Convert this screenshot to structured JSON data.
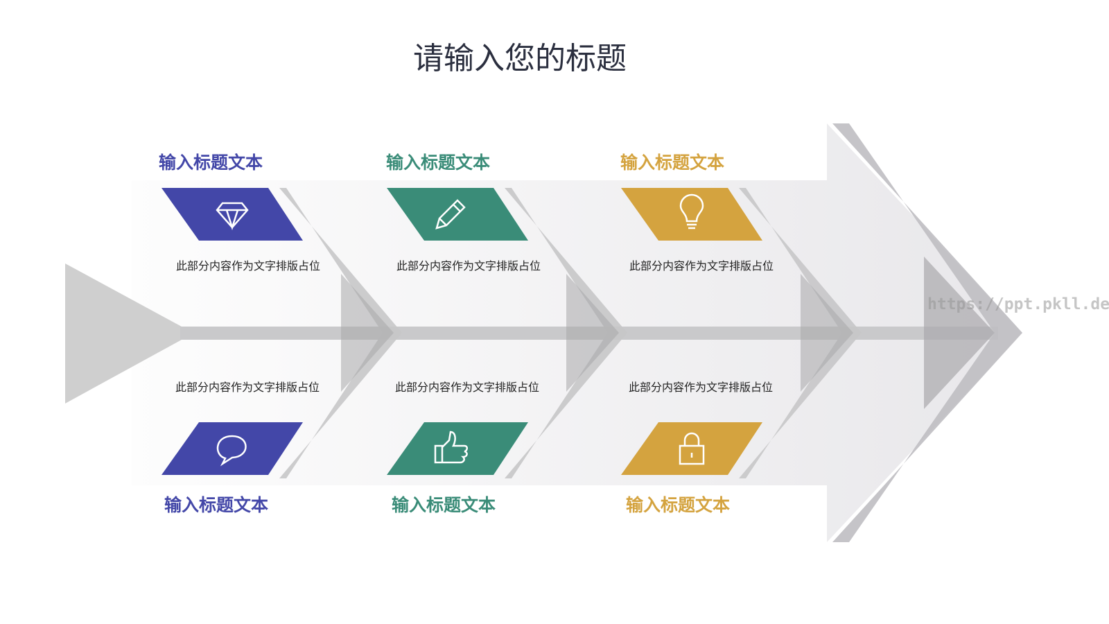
{
  "title": "请输入您的标题",
  "colors": {
    "blue": "#4347a8",
    "green": "#3a8c78",
    "gold": "#d4a33f",
    "spine": "#cccccc"
  },
  "items": [
    {
      "position": "top",
      "heading": "输入标题文本",
      "desc": "此部分内容作为文字排版占位",
      "icon": "diamond-icon",
      "color": "#4347a8"
    },
    {
      "position": "top",
      "heading": "输入标题文本",
      "desc": "此部分内容作为文字排版占位",
      "icon": "pencil-icon",
      "color": "#3a8c78"
    },
    {
      "position": "top",
      "heading": "输入标题文本",
      "desc": "此部分内容作为文字排版占位",
      "icon": "lightbulb-icon",
      "color": "#d4a33f"
    },
    {
      "position": "bottom",
      "heading": "输入标题文本",
      "desc": "此部分内容作为文字排版占位",
      "icon": "speech-bubble-icon",
      "color": "#4347a8"
    },
    {
      "position": "bottom",
      "heading": "输入标题文本",
      "desc": "此部分内容作为文字排版占位",
      "icon": "thumbs-up-icon",
      "color": "#3a8c78"
    },
    {
      "position": "bottom",
      "heading": "输入标题文本",
      "desc": "此部分内容作为文字排版占位",
      "icon": "lock-icon",
      "color": "#d4a33f"
    }
  ],
  "watermark": "https://ppt.pkll.de"
}
